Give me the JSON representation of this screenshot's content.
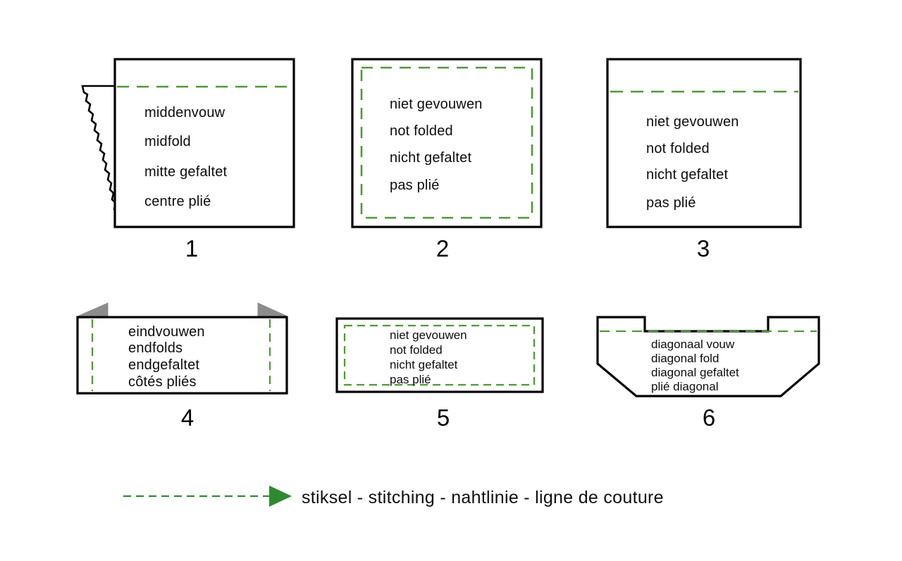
{
  "page": {
    "title": "Fabric folding / stitching reference diagram",
    "background_color": "#ffffff",
    "ink_color": "#000000",
    "stitch_color": "#4e9a34",
    "tab_color": "#8c8c8c"
  },
  "figures": [
    {
      "number": "1",
      "shape": "rectangle-with-torn-left-flap",
      "stitch": "horizontal dashed line near top",
      "lines": [
        "middenvouw",
        "midfold",
        "mitte gefaltet",
        "centre plié"
      ]
    },
    {
      "number": "2",
      "shape": "rectangle-with-inset-dashed-rectangle",
      "stitch": "dashed rectangle inset on all four sides",
      "lines": [
        "niet gevouwen",
        "not folded",
        "nicht gefaltet",
        "pas plié"
      ]
    },
    {
      "number": "3",
      "shape": "rectangle",
      "stitch": "horizontal dashed line near top, full width",
      "lines": [
        "niet gevouwen",
        "not folded",
        "nicht gefaltet",
        "pas plié"
      ]
    },
    {
      "number": "4",
      "shape": "wide-rectangle-with-two-grey-corner-tabs",
      "stitch": "two vertical dashed lines near left and right edges",
      "lines": [
        "eindvouwen",
        "endfolds",
        "endgefaltet",
        "côtés pliés"
      ]
    },
    {
      "number": "5",
      "shape": "wide-rectangle-with-inset-dashed-rectangle",
      "stitch": "dashed rectangle inset on all four sides",
      "lines": [
        "niet gevouwen",
        "not folded",
        "nicht gefaltet",
        "pas plié"
      ]
    },
    {
      "number": "6",
      "shape": "notched-trapezoid-with-two-raised-tabs",
      "stitch": "horizontal dashed line at notch level",
      "lines": [
        "diagonaal vouw",
        "diagonal fold",
        "diagonal gefaltet",
        "plié diagonal"
      ]
    }
  ],
  "legend": {
    "symbol": "green-dashed-line-with-arrowhead",
    "text": "stiksel - stitching - nahtlinie - ligne de couture"
  }
}
